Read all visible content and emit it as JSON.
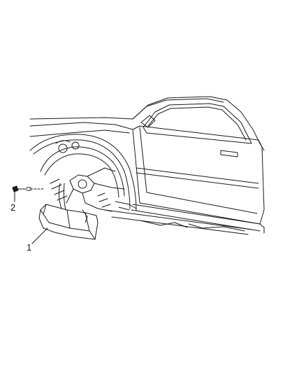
{
  "callouts": [
    {
      "id": "1",
      "label": "1"
    },
    {
      "id": "2",
      "label": "2"
    }
  ],
  "colors": {
    "line": "#1a1a1a",
    "background": "#ffffff"
  }
}
